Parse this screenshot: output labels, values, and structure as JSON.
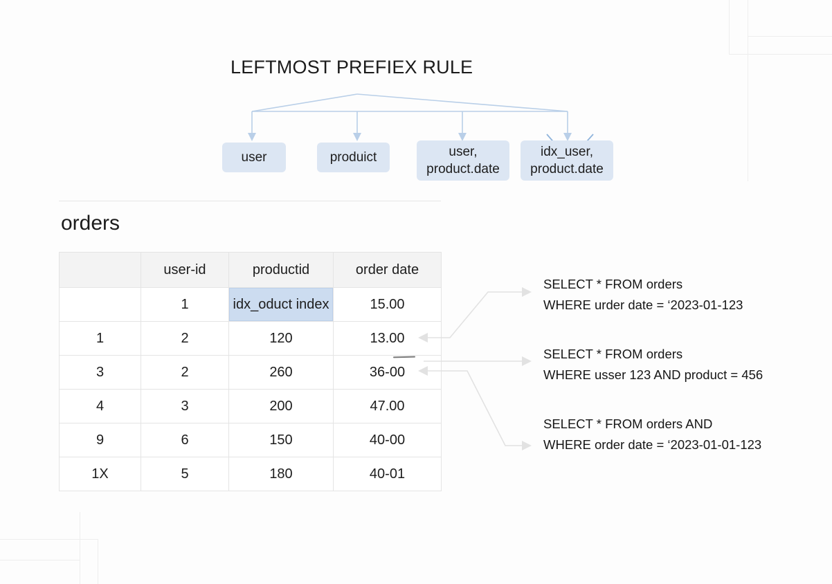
{
  "title": "LEFTMOST PREFIEX RULE",
  "prefix_boxes": [
    {
      "label": "user"
    },
    {
      "label": "produict"
    },
    {
      "label": "user,\nproduct.date"
    },
    {
      "label": "idx_user,\nproduct.date"
    }
  ],
  "table_section": {
    "heading": "orders",
    "columns": [
      "",
      "user-id",
      "productid",
      "order date"
    ],
    "rows": [
      {
        "cells": [
          "",
          "1",
          "idx_oduct index",
          "15.00"
        ],
        "highlight": 2
      },
      {
        "cells": [
          "1",
          "2",
          "120",
          "13.00"
        ],
        "highlight": -1
      },
      {
        "cells": [
          "3",
          "2",
          "260",
          "36-00"
        ],
        "highlight": -1
      },
      {
        "cells": [
          "4",
          "3",
          "200",
          "47.00"
        ],
        "highlight": -1
      },
      {
        "cells": [
          "9",
          "6",
          "150",
          "40-00"
        ],
        "highlight": -1
      },
      {
        "cells": [
          "1X",
          "5",
          "180",
          "40-01"
        ],
        "highlight": -1
      }
    ]
  },
  "queries": [
    {
      "text": "SELECT * FROM orders\nWHERE urder date = ‘2023-01-123"
    },
    {
      "text": "SELECT * FROM orders\nWHERE usser 123 AND product = 456"
    },
    {
      "text": "SELECT * FROM orders AND\nWHERE order date = ‘2023-01-01-123"
    }
  ],
  "colors": {
    "box_fill": "#dce6f3",
    "highlight_fill": "#ccdcf0",
    "connector_blue": "#b9cfe8",
    "connector_gray": "#e2e2e2",
    "header_fill": "#f3f3f3",
    "text": "#1b1b1b"
  }
}
